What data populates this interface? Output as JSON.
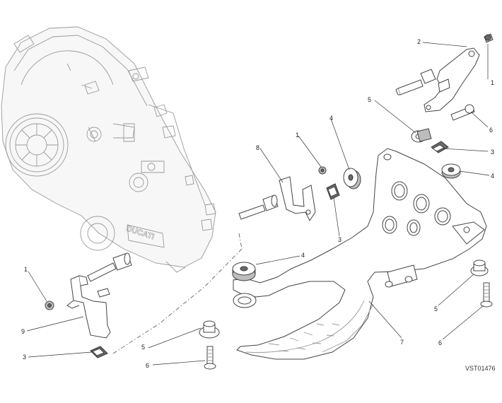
{
  "diagram": {
    "reference_code": "VST01476",
    "engine_logo_text": "DUCATI",
    "callouts": [
      {
        "id": "c-2-top",
        "label": "2"
      },
      {
        "id": "c-1-top-right",
        "label": "1"
      },
      {
        "id": "c-5-top",
        "label": "5"
      },
      {
        "id": "c-6-top-right",
        "label": "6"
      },
      {
        "id": "c-3-right",
        "label": "3"
      },
      {
        "id": "c-4-right",
        "label": "4"
      },
      {
        "id": "c-4-center-top",
        "label": "4"
      },
      {
        "id": "c-1-center",
        "label": "1"
      },
      {
        "id": "c-8-center",
        "label": "8"
      },
      {
        "id": "c-3-center",
        "label": "3"
      },
      {
        "id": "c-4-center-mid",
        "label": "4"
      },
      {
        "id": "c-1-left",
        "label": "1"
      },
      {
        "id": "c-9-left",
        "label": "9"
      },
      {
        "id": "c-3-left",
        "label": "3"
      },
      {
        "id": "c-5-bottom",
        "label": "5"
      },
      {
        "id": "c-6-bottom",
        "label": "6"
      },
      {
        "id": "c-7-bottom",
        "label": "7"
      },
      {
        "id": "c-5-bottom-right",
        "label": "5"
      },
      {
        "id": "c-6-bottom-right",
        "label": "6"
      }
    ]
  }
}
